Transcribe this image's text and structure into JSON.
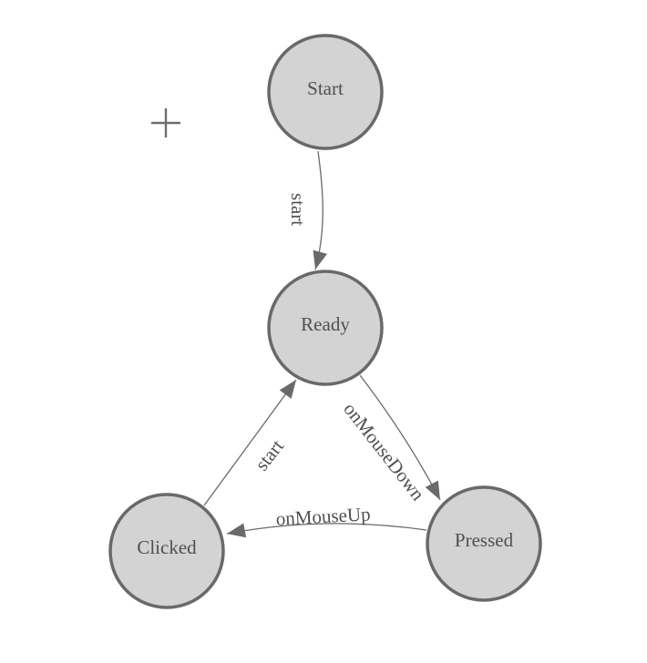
{
  "diagram": {
    "type": "state-machine",
    "colors": {
      "background": "#ffffff",
      "node_fill": "#d3d3d3",
      "node_border": "#696969",
      "edge": "#6a6a6a",
      "text": "#4f4f4f"
    },
    "nodes": [
      {
        "label": "Start"
      },
      {
        "label": "Ready"
      },
      {
        "label": "Clicked"
      },
      {
        "label": "Pressed"
      }
    ],
    "edges": [
      {
        "source": "Start",
        "target": "Ready",
        "label": "start"
      },
      {
        "source": "Clicked",
        "target": "Ready",
        "label": "start"
      },
      {
        "source": "Ready",
        "target": "Pressed",
        "label": "onMouseDown"
      },
      {
        "source": "Pressed",
        "target": "Clicked",
        "label": "onMouseUp"
      }
    ],
    "cursor": {
      "shape": "crosshair"
    }
  }
}
